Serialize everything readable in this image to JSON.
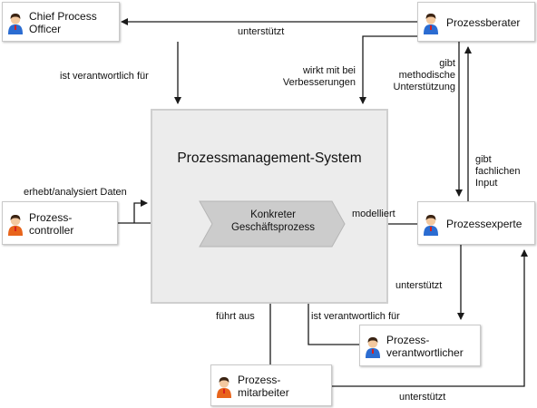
{
  "system": {
    "title": "Prozessmanagement-System"
  },
  "process": {
    "label": "Konkreter\nGeschäftsprozess"
  },
  "roles": {
    "cpo": {
      "label": "Chief Process\nOfficer",
      "avatar_color": "#2b6cd1"
    },
    "berater": {
      "label": "Prozessberater",
      "avatar_color": "#2b6cd1"
    },
    "controller": {
      "label": "Prozess-\ncontroller",
      "avatar_color": "#e8641b"
    },
    "experte": {
      "label": "Prozessexperte",
      "avatar_color": "#2b6cd1"
    },
    "verantwortlicher": {
      "label": "Prozess-\nverantwortlicher",
      "avatar_color": "#2b6cd1"
    },
    "mitarbeiter": {
      "label": "Prozess-\nmitarbeiter",
      "avatar_color": "#e8641b"
    }
  },
  "edges": {
    "berater_cpo": "unterstützt",
    "cpo_system": "ist verantwortlich für",
    "berater_system": "wirkt mit bei\nVerbesserungen",
    "berater_experte": "gibt\nmethodische\nUnterstützung",
    "experte_berater": "gibt\nfachlichen\nInput",
    "controller_data": "erhebt/analysiert Daten",
    "experte_process": "modelliert",
    "experte_verantwortlicher": "unterstützt",
    "verantwortlicher_process": "ist verantwortlich für",
    "mitarbeiter_process": "führt aus",
    "mitarbeiter_experte": "unterstützt"
  },
  "colors": {
    "system_fill": "#ececec",
    "process_fill": "#cccccc",
    "line": "#1a1a1a",
    "avatar_skin": "#f3c9a0",
    "avatar_hair": "#3b2413",
    "avatar_badge": "#d71f1f"
  }
}
